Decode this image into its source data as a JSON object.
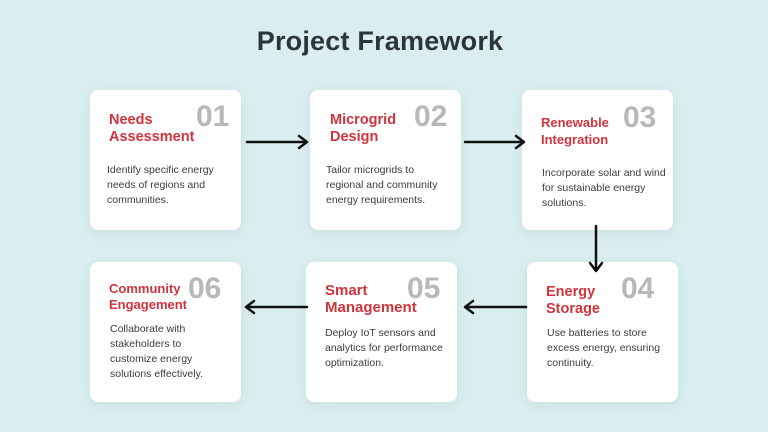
{
  "title": "Project Framework",
  "steps": [
    {
      "number": "01",
      "label": "Needs\nAssessment",
      "description": "Identify specific energy needs of regions and communities."
    },
    {
      "number": "02",
      "label": "Microgrid\nDesign",
      "description": "Tailor microgrids to regional and community energy requirements."
    },
    {
      "number": "03",
      "label": "Renewable\nIntegration",
      "description": "Incorporate solar and wind for sustainable energy solutions."
    },
    {
      "number": "04",
      "label": "Energy\nStorage",
      "description": "Use batteries to store excess energy, ensuring continuity."
    },
    {
      "number": "05",
      "label": "Smart\nManagement",
      "description": "Deploy IoT sensors and analytics for performance optimization."
    },
    {
      "number": "06",
      "label": "Community\nEngagement",
      "description": "Collaborate with stakeholders to customize energy solutions effectively."
    }
  ],
  "colors": {
    "accent": "#d0343c",
    "number": "#b8b8b8",
    "title": "#2b3440",
    "background": "#daeeef"
  }
}
